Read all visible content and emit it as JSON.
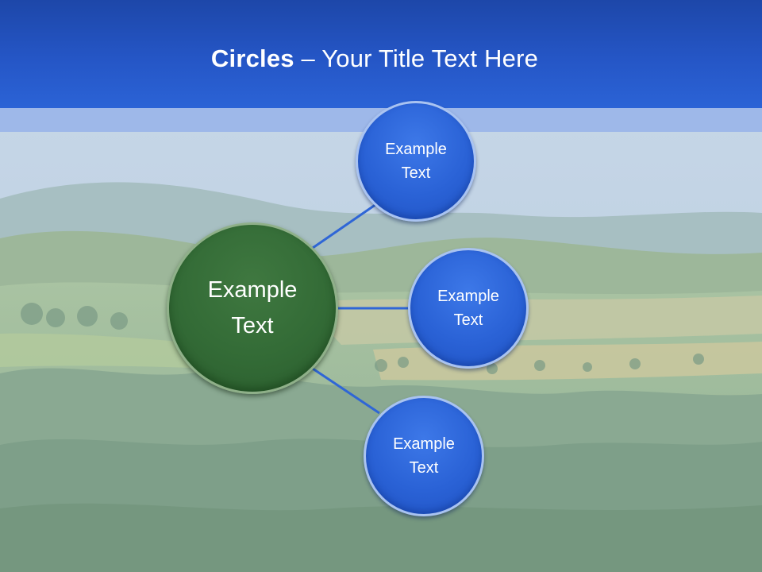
{
  "title": {
    "bold": "Circles",
    "rest": " – Your Title Text Here"
  },
  "diagram": {
    "center": {
      "text": "Example\nText",
      "color": "#336b36"
    },
    "satellites": [
      {
        "text": "Example\nText",
        "color": "#2a62d6"
      },
      {
        "text": "Example\nText",
        "color": "#2a62d6"
      },
      {
        "text": "Example\nText",
        "color": "#2a62d6"
      }
    ],
    "connector_color": "#2a62d6"
  },
  "colors": {
    "header": "#2556c6",
    "header_band": "#9ab5e9"
  }
}
